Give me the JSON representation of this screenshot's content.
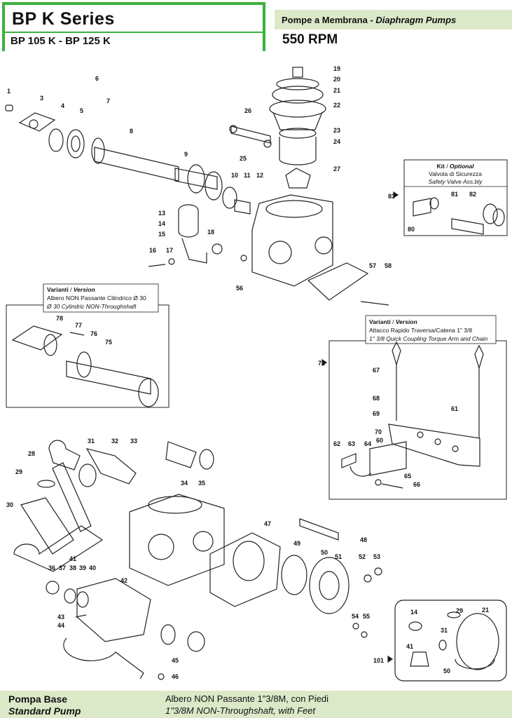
{
  "header": {
    "series": "BP K  Series",
    "models": "BP 105 K - BP 125 K",
    "pump_type_it": "Pompe a Membrana",
    "pump_type_sep": " - ",
    "pump_type_en": "Diaphragm Pumps",
    "rpm": "550 RPM"
  },
  "boxes": {
    "kit": {
      "title_a": "Kit",
      "title_sep": " / ",
      "title_b": "Optional",
      "line1": "Valvola di Sicurezza",
      "line2": "Safety Valve Ass.bly"
    },
    "variant1": {
      "title_a": "Varianti",
      "title_sep": " / ",
      "title_b": "Version",
      "line1": "Albero NON Passante Cilindrico Ø 30",
      "line2": "Ø 30 Cylindric NON-Throughshaft"
    },
    "variant2": {
      "title_a": "Varianti",
      "title_sep": " / ",
      "title_b": "Version",
      "line1": "Attacco Rapido Traversa/Catena 1\" 3/8",
      "line2": "1\" 3/8 Quick Coupling Torque Arm and Chain"
    }
  },
  "labels": {
    "p1": "1",
    "p3": "3",
    "p4": "4",
    "p5": "5",
    "p6": "6",
    "p7": "7",
    "p8": "8",
    "p9": "9",
    "p10": "10",
    "p11": "11",
    "p12": "12",
    "p13": "13",
    "p14": "14",
    "p15": "15",
    "p16": "16",
    "p17": "17",
    "p18": "18",
    "p19": "19",
    "p20": "20",
    "p21": "21",
    "p22": "22",
    "p23": "23",
    "p24": "24",
    "p25": "25",
    "p26": "26",
    "p27": "27",
    "p28": "28",
    "p29": "29",
    "p30": "30",
    "p31": "31",
    "p32": "32",
    "p33": "33",
    "p34": "34",
    "p35": "35",
    "p36": "36",
    "p37": "37",
    "p38": "38",
    "p39": "39",
    "p40": "40",
    "p41": "41",
    "p42": "42",
    "p43": "43",
    "p44": "44",
    "p45": "45",
    "p46": "46",
    "p47": "47",
    "p48": "48",
    "p49": "49",
    "p50": "50",
    "p51": "51",
    "p52": "52",
    "p53": "53",
    "p54": "54",
    "p55": "55",
    "p56": "56",
    "p57": "57",
    "p58": "58",
    "p60": "60",
    "p61": "61",
    "p62": "62",
    "p63": "63",
    "p64": "64",
    "p65": "65",
    "p66": "66",
    "p67": "67",
    "p68": "68",
    "p69": "69",
    "p70": "70",
    "p71": "71",
    "p75": "75",
    "p76": "76",
    "p77": "77",
    "p78": "78",
    "p80": "80",
    "p81": "81",
    "p82": "82",
    "p83": "83",
    "p101": "101",
    "k14": "14",
    "k21": "21",
    "k29": "29",
    "k31": "31",
    "k41": "41",
    "k50": "50"
  },
  "footer": {
    "left_it": "Pompa Base",
    "left_en": "Standard Pump",
    "right_it": "Albero NON Passante 1\"3/8M, con Piedi",
    "right_en": "1\"3/8M NON-Throughshaft, with Feet"
  },
  "colors": {
    "accent_green": "#3ab13a",
    "band_green": "#dce9c9"
  }
}
